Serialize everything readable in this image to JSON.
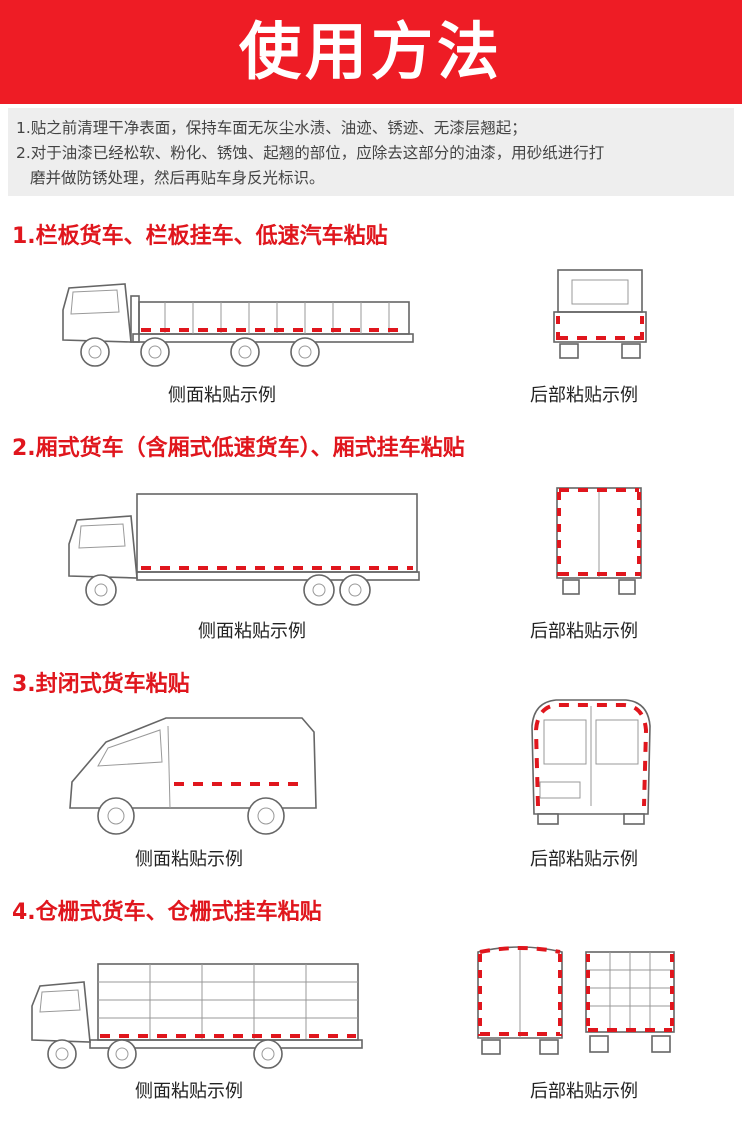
{
  "title": "使用方法",
  "notes": [
    "1.贴之前清理干净表面，保持车面无灰尘水渍、油迹、锈迹、无漆层翘起；",
    "2.对于油漆已经松软、粉化、锈蚀、起翘的部位，应除去这部分的油漆，用砂纸进行打",
    "磨并做防锈处理，然后再贴车身反光标识。"
  ],
  "sections": [
    {
      "title": "1.栏板货车、栏板挂车、低速汽车粘贴",
      "side_caption": "侧面粘贴示例",
      "rear_caption": "后部粘贴示例"
    },
    {
      "title": "2.厢式货车（含厢式低速货车）、厢式挂车粘贴",
      "side_caption": "侧面粘贴示例",
      "rear_caption": "后部粘贴示例"
    },
    {
      "title": "3.封闭式货车粘贴",
      "side_caption": "侧面粘贴示例",
      "rear_caption": "后部粘贴示例"
    },
    {
      "title": "4.仓栅式货车、仓栅式挂车粘贴",
      "side_caption": "侧面粘贴示例",
      "rear_caption": "后部粘贴示例"
    }
  ],
  "colors": {
    "banner": "#ee1c25",
    "section_title": "#e0161d",
    "reflective_tape": "#e0161d",
    "notes_bg": "#eeeeee"
  }
}
